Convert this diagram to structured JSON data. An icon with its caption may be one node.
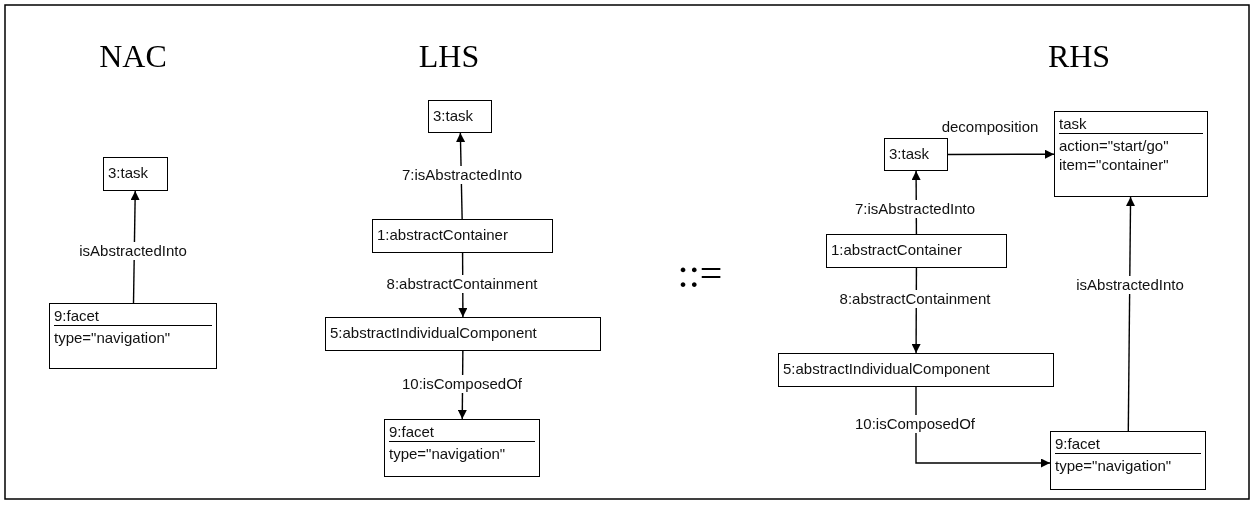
{
  "diagram": {
    "nodes": [
      {
        "text": [
          "3:task"
        ]
      },
      {
        "text": [
          "9:facet",
          "type=\"navigation\""
        ]
      },
      {
        "text": [
          "3:task"
        ]
      },
      {
        "text": [
          "1:abstractContainer"
        ]
      },
      {
        "text": [
          "5:abstractIndividualComponent"
        ]
      },
      {
        "text": [
          "9:facet",
          "type=\"navigation\""
        ]
      },
      {
        "text": [
          "3:task"
        ]
      },
      {
        "text": [
          "task",
          "action=\"start/go\"",
          "item=\"container\""
        ]
      },
      {
        "text": [
          "1:abstractContainer"
        ]
      },
      {
        "text": [
          "5:abstractIndividualComponent"
        ]
      },
      {
        "text": [
          "9:facet",
          "type=\"navigation\""
        ]
      }
    ],
    "edges": [
      {
        "from": 1,
        "to": 0,
        "arrow": "to",
        "label": "isAbstractedInto"
      },
      {
        "from": 3,
        "to": 2,
        "arrow": "to",
        "label": "7:isAbstractedInto"
      },
      {
        "from": 3,
        "to": 4,
        "arrow": "to",
        "label": "8:abstractContainment"
      },
      {
        "from": 4,
        "to": 5,
        "arrow": "to",
        "label": "10:isComposedOf"
      },
      {
        "from": 6,
        "to": 7,
        "arrow": "to",
        "label": "decomposition"
      },
      {
        "from": 8,
        "to": 6,
        "arrow": "to",
        "label": "7:isAbstractedInto"
      },
      {
        "from": 8,
        "to": 9,
        "arrow": "to",
        "label": "8:abstractContainment"
      },
      {
        "from": 9,
        "to": 10,
        "arrow": "to",
        "label": "10:isComposedOf"
      },
      {
        "from": 10,
        "to": 7,
        "arrow": "to",
        "label": "isAbstractedInto"
      }
    ],
    "labels": [
      "NAC",
      "LHS",
      "::=",
      "RHS"
    ]
  }
}
